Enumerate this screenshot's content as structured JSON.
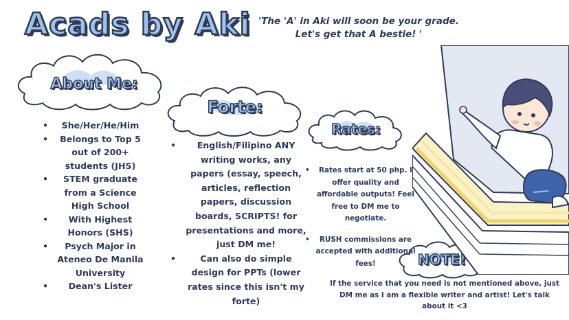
{
  "title": "Acads by Aki",
  "tagline": "'The 'A' in Aki will soon be your grade. Let's get that A bestie! '",
  "sections": {
    "about": {
      "heading": "About Me:",
      "items": [
        "She/Her/He/Him",
        "Belongs to Top 5 out of 200+ students (JHS)",
        "STEM graduate from a Science High School",
        "With Highest Honors (SHS)",
        "Psych Major in Ateneo De Manila University",
        "Dean's Lister"
      ]
    },
    "forte": {
      "heading": "Forte:",
      "items": [
        "English/Filipino ANY writing works, any papers (essay, speech, articles, reflection papers, discussion boards, SCRIPTS! for presentations and more, just DM me!",
        "Can also do simple design for PPTs (lower rates since this isn't my forte)"
      ]
    },
    "rates": {
      "heading": "Rates:",
      "items": [
        "Rates start at 50 php. I offer quality and affordable outputs! Feel free to DM me to negotiate.",
        "RUSH commissions are accepted with additional fees!"
      ]
    },
    "note": {
      "heading": "NOTE!",
      "text": "If the service that you need is not mentioned above, just DM me as I am a flexible writer and artist! Let's talk about it <3"
    }
  },
  "colors": {
    "ink": "#2f3a58",
    "cloud_fill": "#cfe0f5",
    "label_fill": "#9fc3ea",
    "window_fill": "#e4e8f3",
    "book_yellow": "#f6e7a6"
  }
}
